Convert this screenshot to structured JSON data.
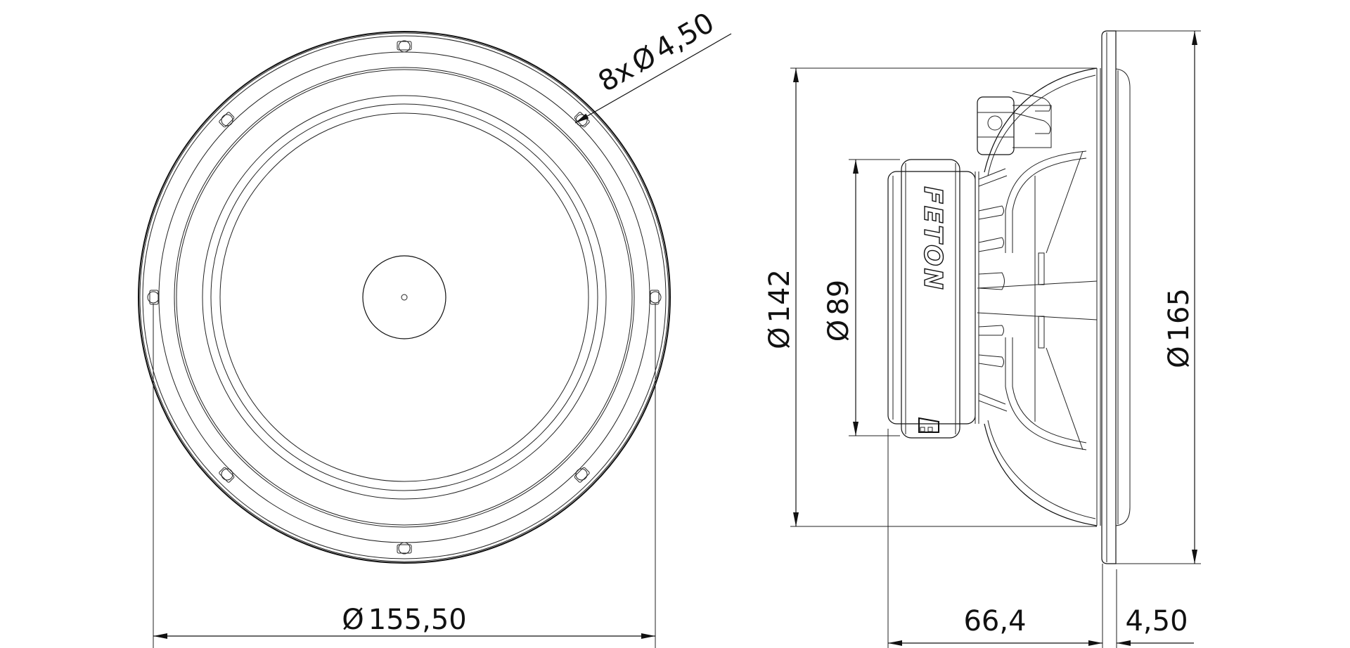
{
  "drawing": {
    "front_view": {
      "outer_diameter_label": "155,50",
      "diameter_symbol": "Ø",
      "mounting_holes_label": "8x",
      "mounting_hole_diameter": "4,50",
      "hole_count": 8
    },
    "side_view": {
      "diameter_142": "142",
      "diameter_89": "89",
      "diameter_165": "165",
      "depth_label": "66,4",
      "flange_thickness_label": "4,50",
      "magnet_brand_text": "FETON"
    }
  },
  "colors": {
    "line": "#111111",
    "background": "#ffffff"
  }
}
